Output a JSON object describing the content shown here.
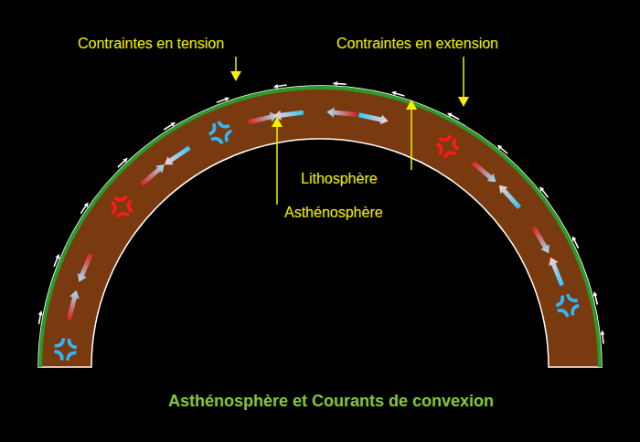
{
  "diagram": {
    "caption": "Asthénosphère et Courants de convexion",
    "labels": [
      "Contraintes en tension",
      "Contraintes en extension",
      "Lithosphère",
      "Asthénosphère"
    ]
  }
}
